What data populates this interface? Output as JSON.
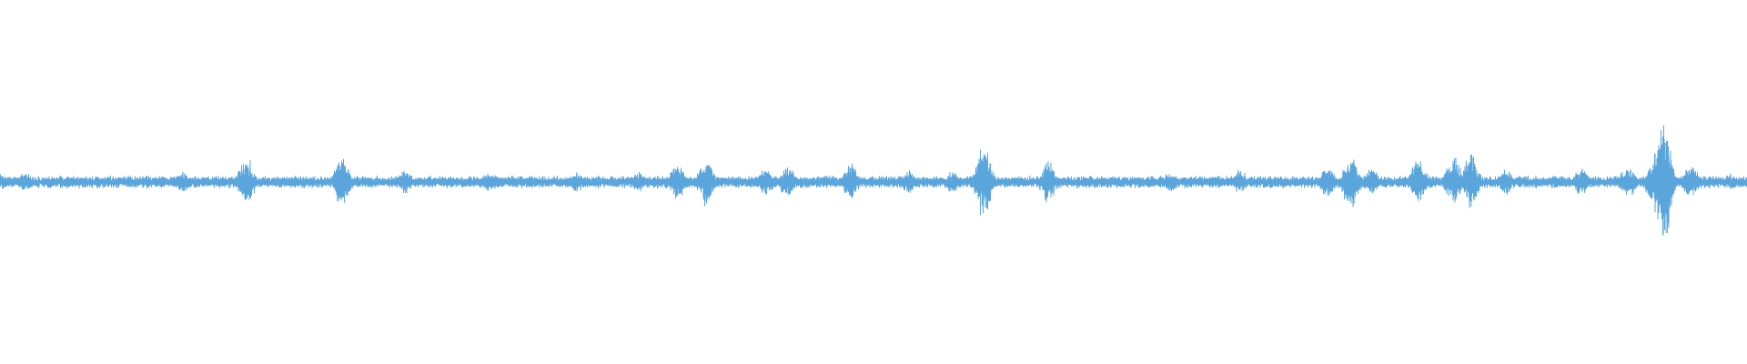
{
  "waveform": {
    "color": "#5aa5dc",
    "background": "#ffffff",
    "baseline_amplitude": 0.018,
    "bursts": [
      {
        "at": 0.0,
        "amp": 0.025
      },
      {
        "at": 0.014,
        "amp": 0.03
      },
      {
        "at": 0.105,
        "amp": 0.035
      },
      {
        "at": 0.141,
        "amp": 0.075
      },
      {
        "at": 0.196,
        "amp": 0.08
      },
      {
        "at": 0.232,
        "amp": 0.035
      },
      {
        "at": 0.28,
        "amp": 0.03
      },
      {
        "at": 0.33,
        "amp": 0.03
      },
      {
        "at": 0.365,
        "amp": 0.03
      },
      {
        "at": 0.388,
        "amp": 0.055
      },
      {
        "at": 0.404,
        "amp": 0.075
      },
      {
        "at": 0.438,
        "amp": 0.045
      },
      {
        "at": 0.451,
        "amp": 0.055
      },
      {
        "at": 0.487,
        "amp": 0.055
      },
      {
        "at": 0.52,
        "amp": 0.035
      },
      {
        "at": 0.545,
        "amp": 0.035
      },
      {
        "at": 0.563,
        "amp": 0.11
      },
      {
        "at": 0.6,
        "amp": 0.06
      },
      {
        "at": 0.67,
        "amp": 0.03
      },
      {
        "at": 0.71,
        "amp": 0.035
      },
      {
        "at": 0.76,
        "amp": 0.045
      },
      {
        "at": 0.773,
        "amp": 0.085
      },
      {
        "at": 0.785,
        "amp": 0.04
      },
      {
        "at": 0.812,
        "amp": 0.07
      },
      {
        "at": 0.832,
        "amp": 0.075
      },
      {
        "at": 0.842,
        "amp": 0.085
      },
      {
        "at": 0.862,
        "amp": 0.04
      },
      {
        "at": 0.905,
        "amp": 0.04
      },
      {
        "at": 0.932,
        "amp": 0.055
      },
      {
        "at": 0.946,
        "amp": 0.06
      },
      {
        "at": 0.952,
        "amp": 0.22
      },
      {
        "at": 0.968,
        "amp": 0.05
      },
      {
        "at": 0.99,
        "amp": 0.025
      }
    ]
  }
}
